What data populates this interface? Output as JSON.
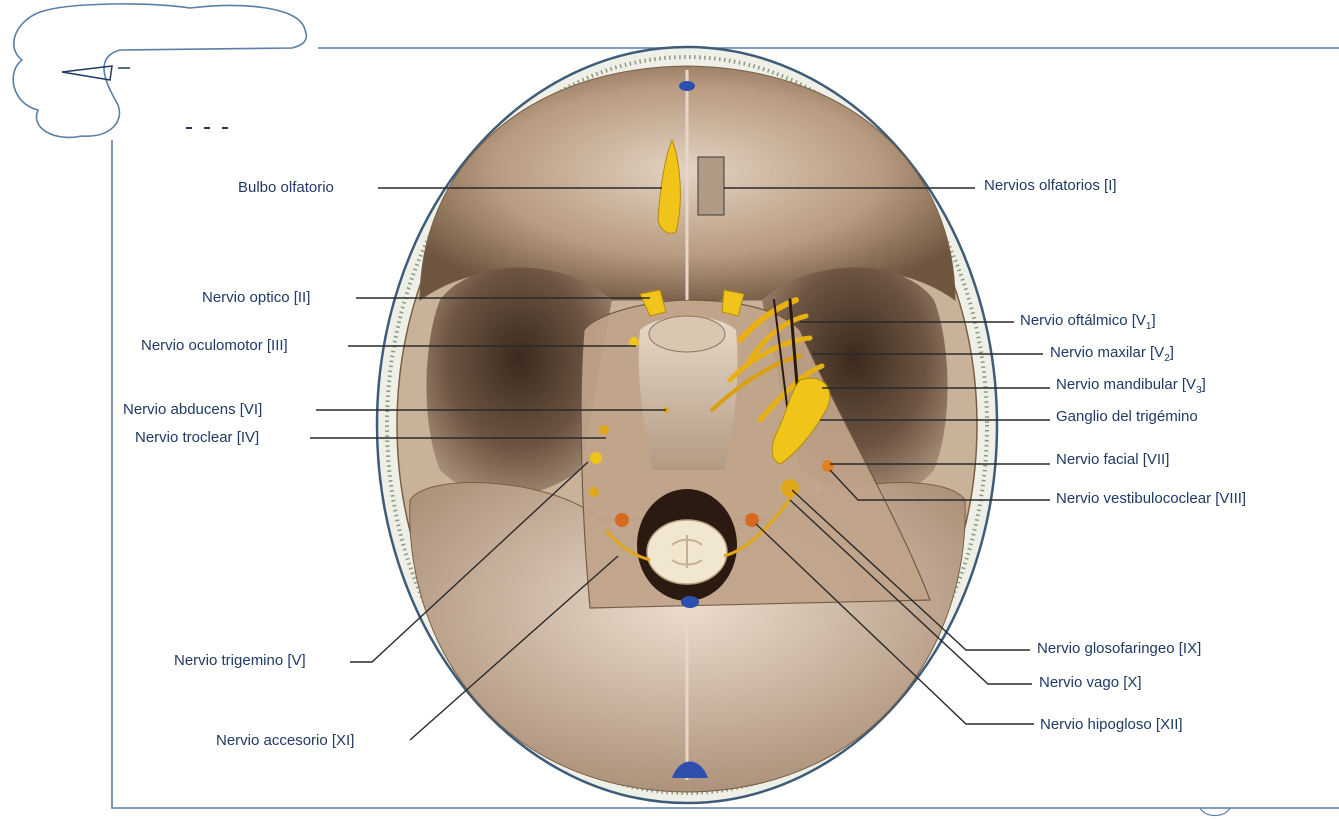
{
  "colors": {
    "frame": "#5a7fa8",
    "label": "#1f3a63",
    "leader": "#2a2a2a",
    "bone": "#c4ad95",
    "bone_shadow": "#7a5f45",
    "skull_rim": "#3e5c78",
    "nerve": "#f0c419",
    "vein": "#2f4fb0",
    "medulla": "#f1e6cf"
  },
  "icons": {
    "cloud_callout": "speech-cloud-icon"
  },
  "labels": {
    "left": [
      {
        "id": "bulbo",
        "text": "Bulbo olfatorio"
      },
      {
        "id": "optico",
        "text": "Nervio optico [II]"
      },
      {
        "id": "oculomotor",
        "text": "Nervio oculomotor [III]"
      },
      {
        "id": "abducens",
        "text": "Nervio abducens [VI]"
      },
      {
        "id": "troclear",
        "text": "Nervio troclear [IV]"
      },
      {
        "id": "trigemino",
        "text": "Nervio trigemino [V]"
      },
      {
        "id": "accesorio",
        "text": "Nervio accesorio [XI]"
      }
    ],
    "right": [
      {
        "id": "olfatorios",
        "text": "Nervios olfatorios [I]"
      },
      {
        "id": "oftalmico",
        "text": "Nervio oftálmico [V",
        "sub": "1",
        "close": "]"
      },
      {
        "id": "maxilar",
        "text": "Nervio maxilar [V",
        "sub": "2",
        "close": "]"
      },
      {
        "id": "mandibular",
        "text": "Nervio mandibular [V",
        "sub": "3",
        "close": "]"
      },
      {
        "id": "ganglio",
        "text": "Ganglio del trigémino"
      },
      {
        "id": "facial",
        "text": "Nervio facial [VII]"
      },
      {
        "id": "vestibulococlear",
        "text": "Nervio vestibulococlear [VIII]"
      },
      {
        "id": "glosofaringeo",
        "text": "Nervio glosofaringeo [IX]"
      },
      {
        "id": "vago",
        "text": "Nervio vago [X]"
      },
      {
        "id": "hipogloso",
        "text": "Nervio hipogloso [XII]"
      }
    ]
  }
}
